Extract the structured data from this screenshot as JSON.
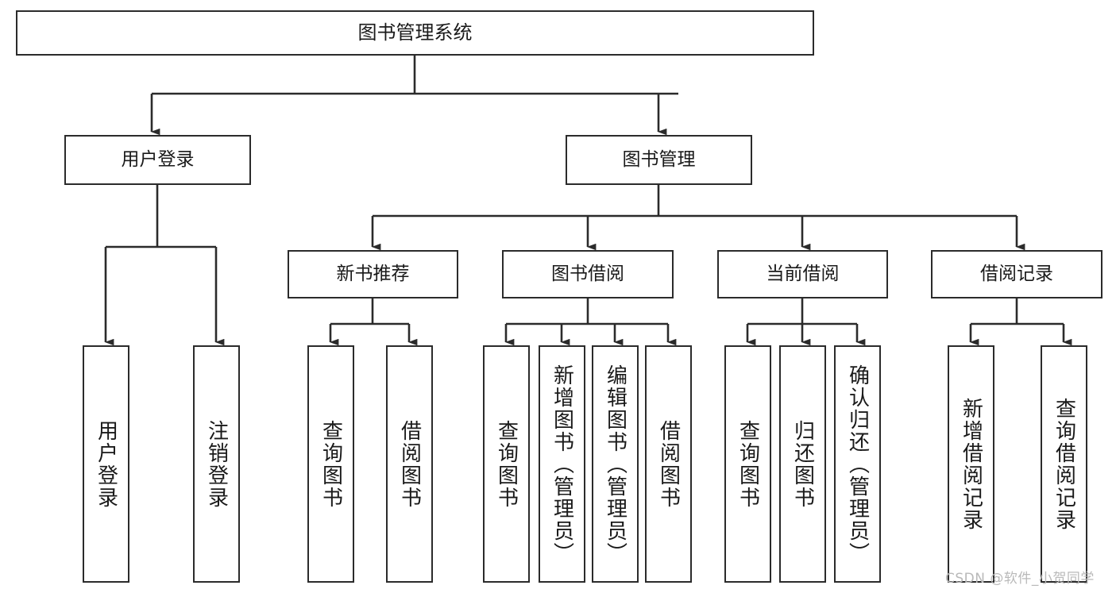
{
  "diagram": {
    "title": "图书管理系统",
    "watermark": "CSDN @软件_小贺同学",
    "accent_color": "#2b2b2b",
    "background_color": "#ffffff",
    "text_color": "#1a1a1a",
    "watermark_color": "#b9b9b9"
  },
  "nodes": {
    "root": {
      "label": "图书管理系统"
    },
    "level2": [
      {
        "label": "用户登录"
      },
      {
        "label": "图书管理"
      }
    ],
    "level3": [
      {
        "label": "新书推荐"
      },
      {
        "label": "图书借阅"
      },
      {
        "label": "当前借阅"
      },
      {
        "label": "借阅记录"
      }
    ],
    "leaves": {
      "user_login": [
        {
          "label": "用户登录"
        },
        {
          "label": "注销登录"
        }
      ],
      "new_book_recommend": [
        {
          "label": "查询图书"
        },
        {
          "label": "借阅图书"
        }
      ],
      "book_borrow": [
        {
          "label": "查询图书"
        },
        {
          "label": "新增图书（管理员）"
        },
        {
          "label": "编辑图书（管理员）"
        },
        {
          "label": "借阅图书"
        }
      ],
      "current_borrow": [
        {
          "label": "查询图书"
        },
        {
          "label": "归还图书"
        },
        {
          "label": "确认归还（管理员）"
        }
      ],
      "borrow_record": [
        {
          "label": "新增借阅记录"
        },
        {
          "label": "查询借阅记录"
        }
      ]
    }
  }
}
